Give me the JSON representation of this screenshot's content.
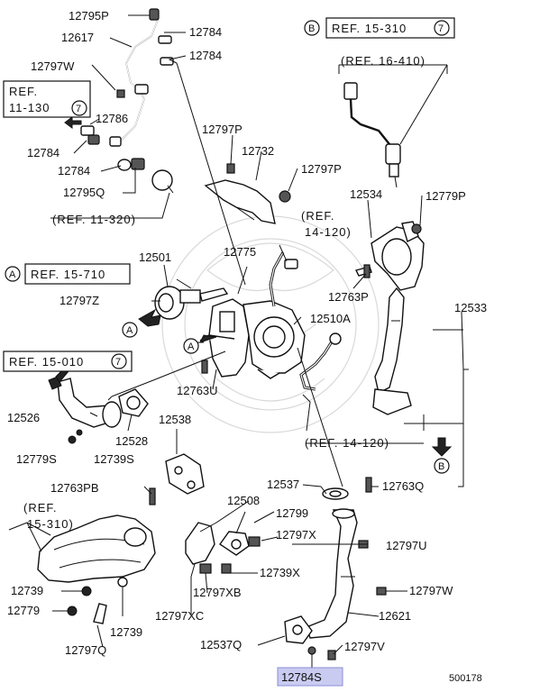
{
  "diagram_code": "500178",
  "refs": {
    "ref_15_310_top": "REF. 15-310",
    "ref_15_310_top_num": "7",
    "ref_circle_b_top": "B",
    "ref_16_410": "(REF. 16-410)",
    "ref_11_130_line1": "REF.",
    "ref_11_130_line2": "11-130",
    "ref_11_130_num": "7",
    "ref_11_320": "(REF. 11-320)",
    "ref_14_120_top_line1": "(REF.",
    "ref_14_120_top_line2": "14-120)",
    "ref_15_710": "REF. 15-710",
    "ref_circle_a_left": "A",
    "ref_15_010": "REF. 15-010",
    "ref_15_010_num": "7",
    "ref_14_120_bottom": "(REF. 14-120)",
    "ref_15_310_bottom_line1": "(REF.",
    "ref_15_310_bottom_line2": "15-310)",
    "arrow_a1": "A",
    "arrow_a2": "A",
    "arrow_b": "B"
  },
  "labels": {
    "p12795P": "12795P",
    "p12784_a": "12784",
    "p12617": "12617",
    "p12784_b": "12784",
    "p12797W": "12797W",
    "p12786": "12786",
    "p12784_c": "12784",
    "p12784_d": "12784",
    "p12795Q": "12795Q",
    "p12797P_top": "12797P",
    "p12732": "12732",
    "p12797P_right": "12797P",
    "p12534": "12534",
    "p12779P": "12779P",
    "p12775": "12775",
    "p12501": "12501",
    "p12763P": "12763P",
    "p12797Z": "12797Z",
    "p12510A": "12510A",
    "p12533": "12533",
    "p12763U": "12763U",
    "p12526": "12526",
    "p12528": "12528",
    "p12538": "12538",
    "p12779S": "12779S",
    "p12739S": "12739S",
    "p12763PB": "12763PB",
    "p12537": "12537",
    "p12763Q": "12763Q",
    "p12508": "12508",
    "p12799": "12799",
    "p12797X": "12797X",
    "p12797U": "12797U",
    "p12739X": "12739X",
    "p12797XB": "12797XB",
    "p12797W_b": "12797W",
    "p12739_a": "12739",
    "p12779": "12779",
    "p12739_b": "12739",
    "p12797XC": "12797XC",
    "p12621": "12621",
    "p12797Q": "12797Q",
    "p12537Q": "12537Q",
    "p12797V": "12797V",
    "p12784S": "12784S"
  },
  "highlight_color": "#c9cbf0"
}
